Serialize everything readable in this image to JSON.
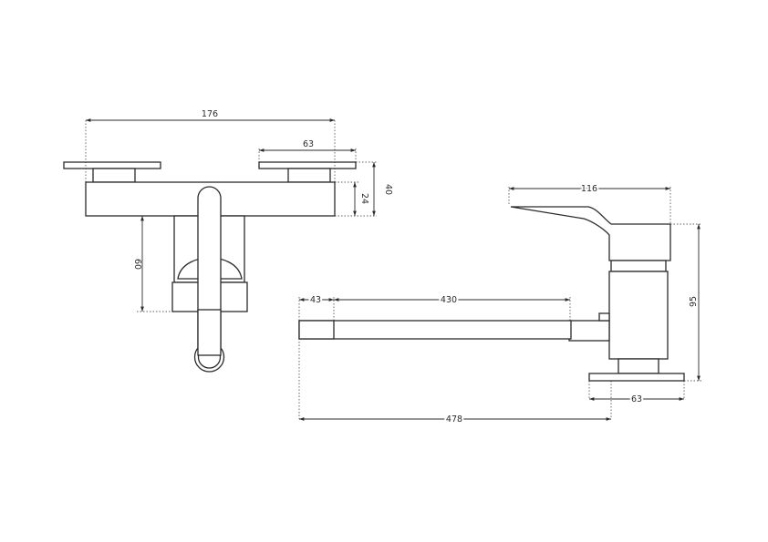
{
  "colors": {
    "line": "#2b2b2b",
    "background": "#ffffff"
  },
  "front_view": {
    "dim_width": "176",
    "dim_eccentric": "63",
    "dim_height": "40",
    "dim_body": "24",
    "dim_drop": "60"
  },
  "side_view": {
    "dim_lever": "116",
    "dim_nozzle": "43",
    "dim_spout": "430",
    "dim_total": "478",
    "dim_height": "95",
    "dim_base": "63"
  }
}
